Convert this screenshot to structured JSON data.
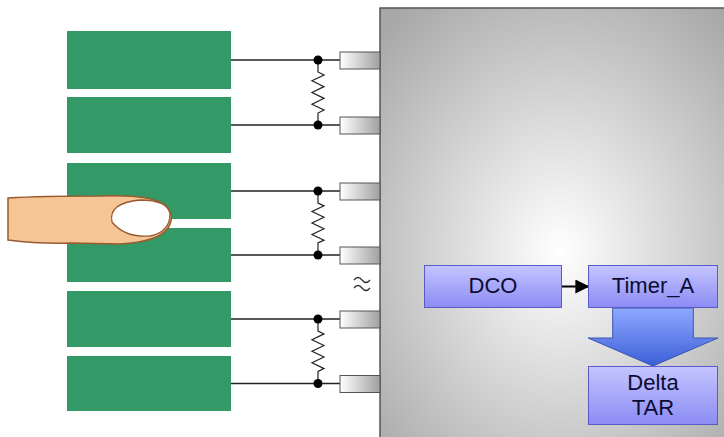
{
  "diagram": {
    "nodes": [
      {
        "text": [
          "DCO"
        ]
      },
      {
        "text": [
          "Timer_A"
        ]
      },
      {
        "text": [
          "Delta TAR"
        ]
      }
    ],
    "edges": [
      {
        "from": 0,
        "to": 1,
        "arrow": "to"
      },
      {
        "from": 1,
        "to": 2,
        "arrow": "to"
      }
    ]
  }
}
